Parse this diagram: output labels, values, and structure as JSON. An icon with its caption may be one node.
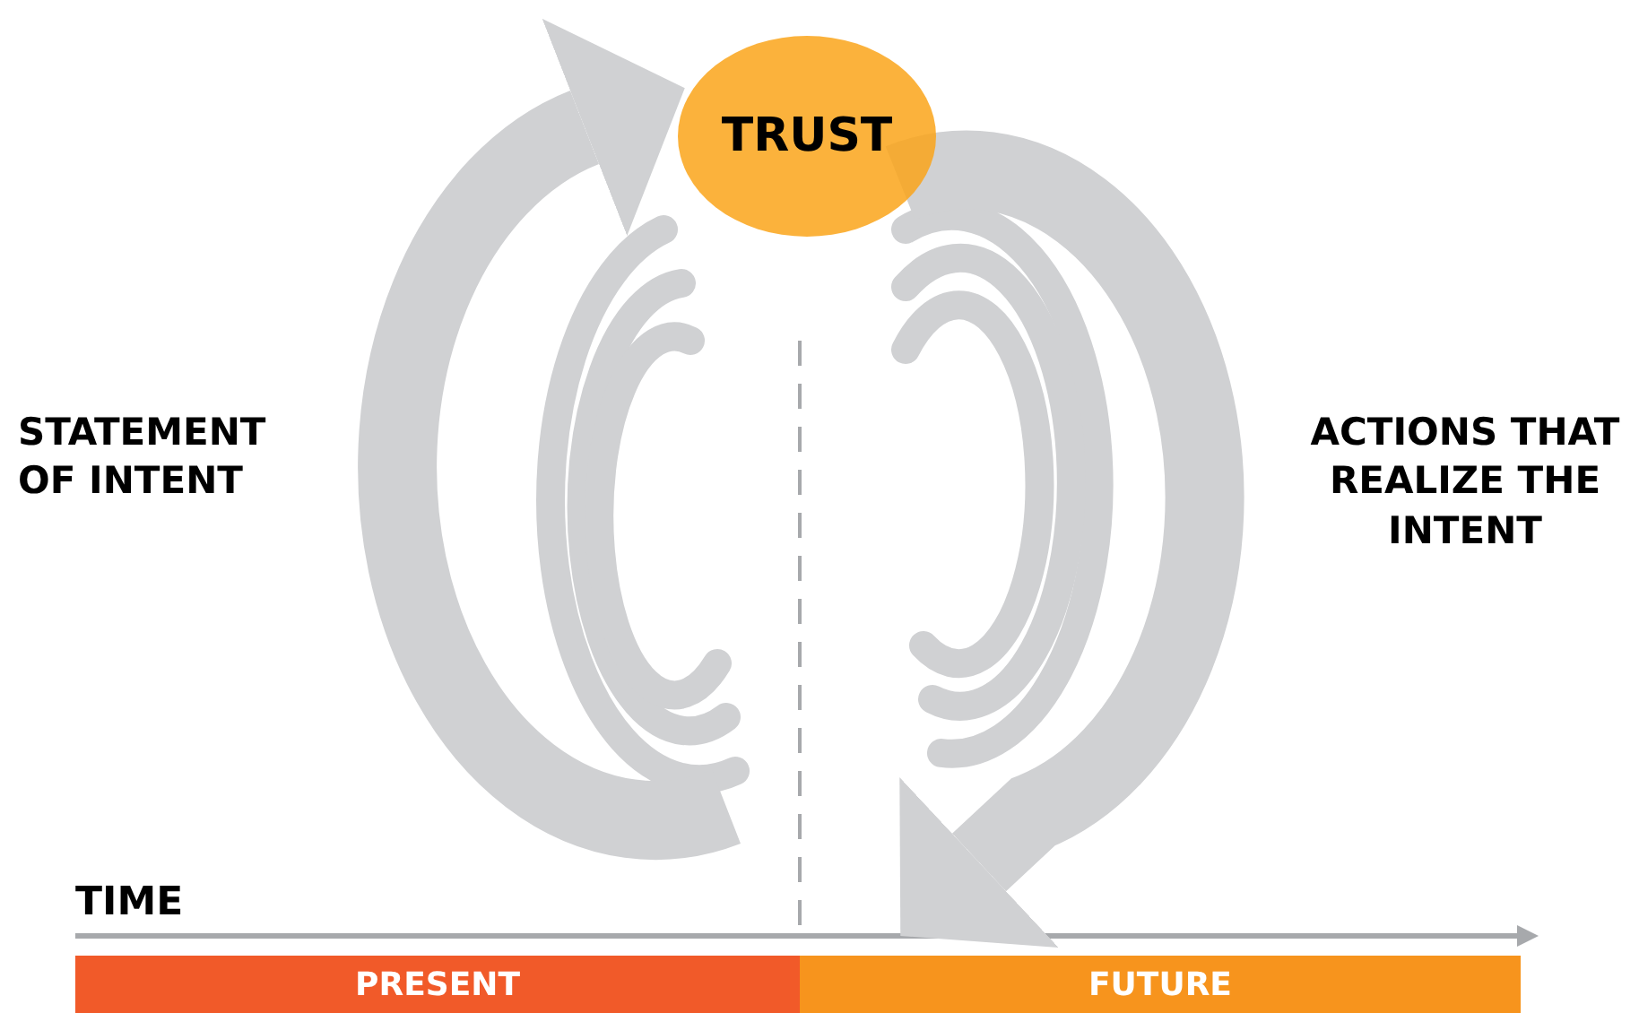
{
  "diagram": {
    "nodes": [
      {
        "text": [
          "TRUST"
        ]
      },
      {
        "text": [
          "PRESENT"
        ]
      },
      {
        "text": [
          "FUTURE"
        ]
      }
    ],
    "edges": [
      {
        "from": null,
        "to": 0,
        "arrow": "to"
      },
      {
        "from": 0,
        "to": 2,
        "arrow": "to"
      }
    ],
    "labels": [
      "STATEMENT OF INTENT",
      "ACTIONS THAT REALIZE THE INTENT",
      "TIME"
    ]
  }
}
